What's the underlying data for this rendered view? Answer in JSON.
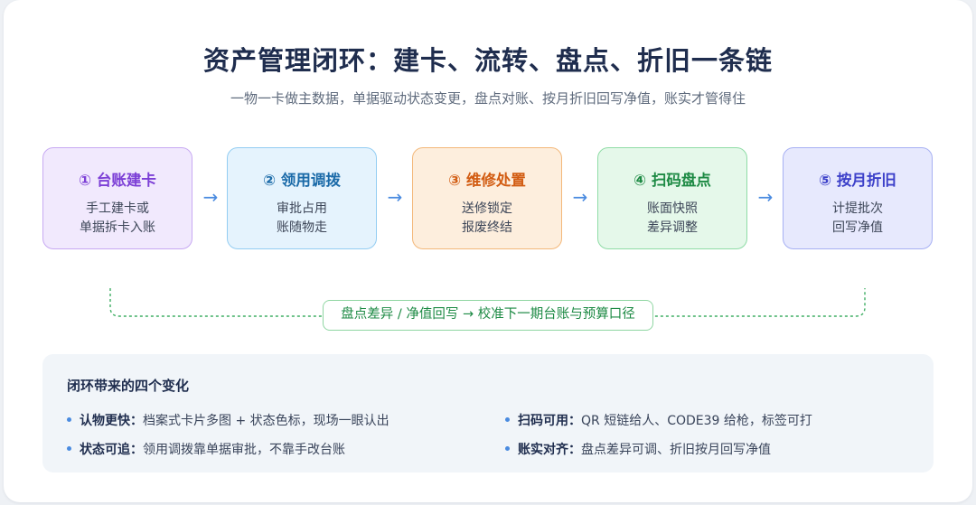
{
  "header": {
    "title": "资产管理闭环：建卡、流转、盘点、折旧一条链",
    "subtitle": "一物一卡做主数据，单据驱动状态变更，盘点对账、按月折旧回写净值，账实才管得住"
  },
  "steps": [
    {
      "title": "① 台账建卡",
      "line1": "手工建卡或",
      "line2": "单据拆卡入账",
      "color": "#7c3fd6"
    },
    {
      "title": "② 领用调拨",
      "line1": "审批占用",
      "line2": "账随物走",
      "color": "#1a6aa8"
    },
    {
      "title": "③ 维修处置",
      "line1": "送修锁定",
      "line2": "报废终结",
      "color": "#d25c12"
    },
    {
      "title": "④ 扫码盘点",
      "line1": "账面快照",
      "line2": "差异调整",
      "color": "#1d8a44"
    },
    {
      "title": "⑤ 按月折旧",
      "line1": "计提批次",
      "line2": "回写净值",
      "color": "#3c40c9"
    }
  ],
  "arrow_glyph": "→",
  "loop": {
    "label": "盘点差异 / 净值回写 → 校准下一期台账与预算口径",
    "color": "#3fae63"
  },
  "benefits": {
    "title": "闭环带来的四个变化",
    "items": [
      {
        "term": "认物更快：",
        "text": "档案式卡片多图 + 状态色标，现场一眼认出"
      },
      {
        "term": "状态可追：",
        "text": "领用调拨靠单据审批，不靠手改台账"
      },
      {
        "term": "扫码可用：",
        "text": "QR 短链给人、CODE39 给枪，标签可打"
      },
      {
        "term": "账实对齐：",
        "text": "盘点差异可调、折旧按月回写净值"
      }
    ]
  }
}
